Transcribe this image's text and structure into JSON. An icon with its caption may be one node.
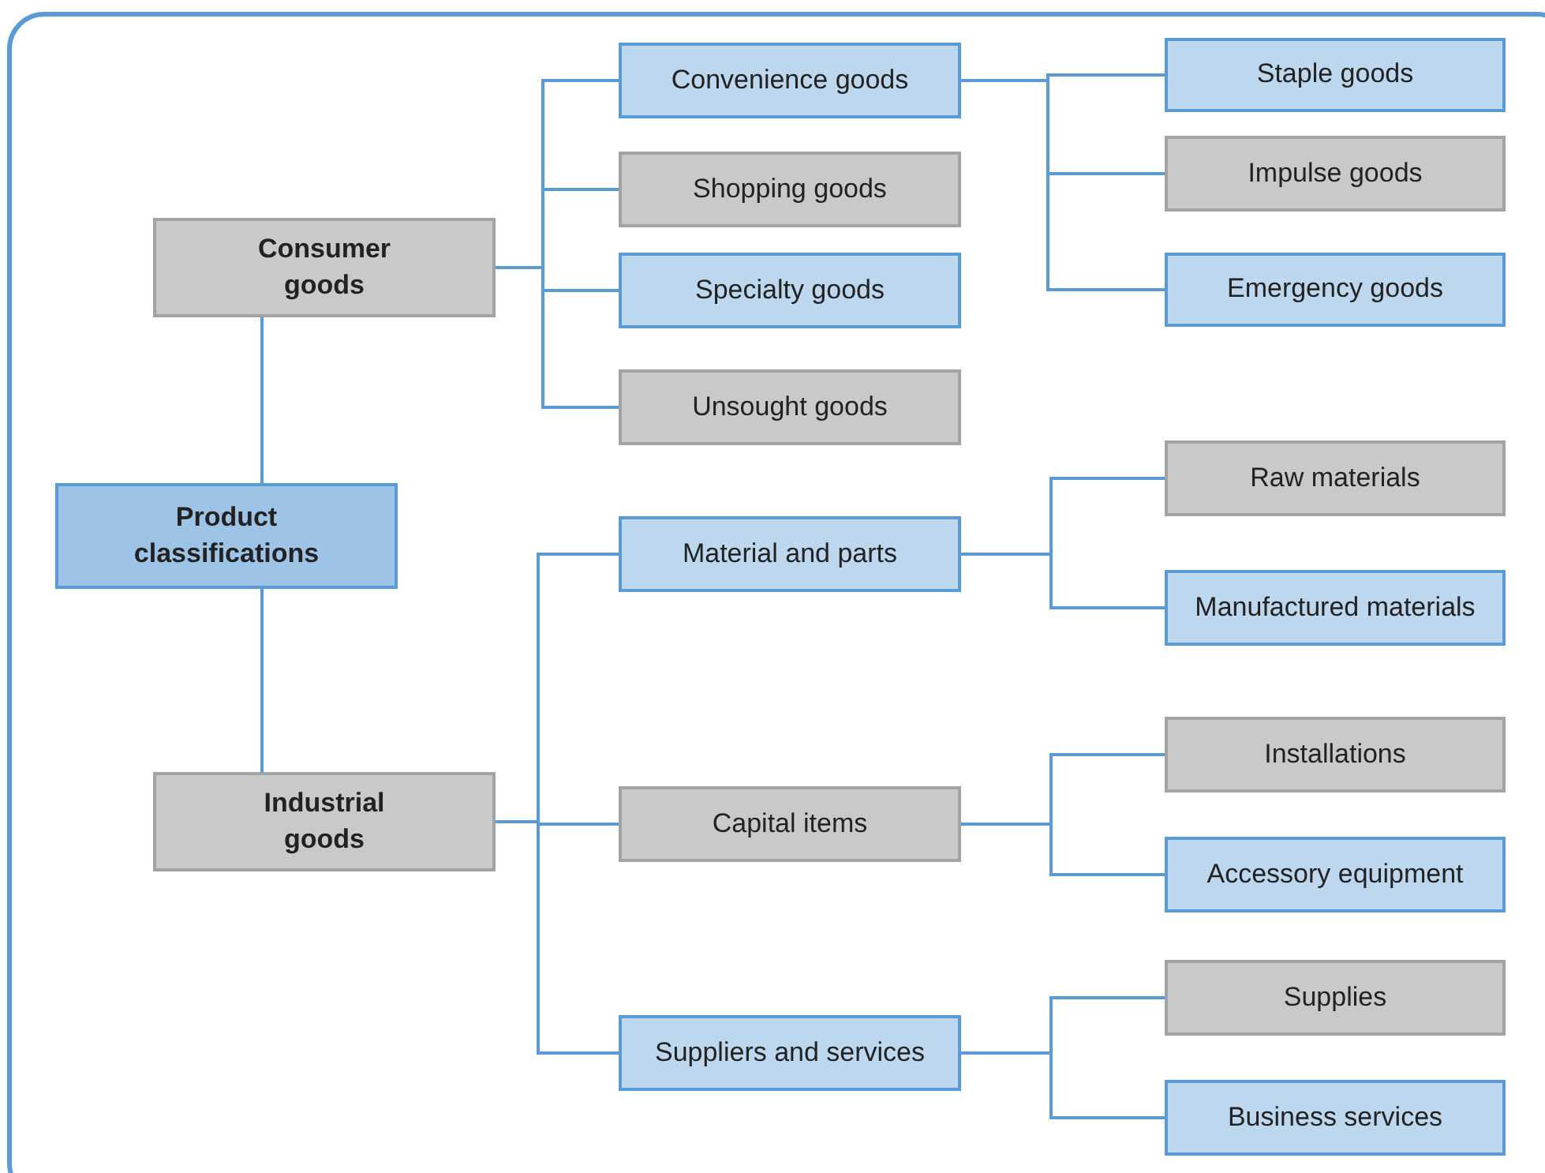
{
  "diagram": {
    "nodes": [
      {
        "text": [
          "Product classifications"
        ]
      },
      {
        "text": [
          "Consumer goods"
        ]
      },
      {
        "text": [
          "Industrial goods"
        ]
      },
      {
        "text": [
          "Convenience goods"
        ]
      },
      {
        "text": [
          "Shopping goods"
        ]
      },
      {
        "text": [
          "Specialty goods"
        ]
      },
      {
        "text": [
          "Unsought goods"
        ]
      },
      {
        "text": [
          "Staple goods"
        ]
      },
      {
        "text": [
          "Impulse goods"
        ]
      },
      {
        "text": [
          "Emergency goods"
        ]
      },
      {
        "text": [
          "Material and parts"
        ]
      },
      {
        "text": [
          "Raw materials"
        ]
      },
      {
        "text": [
          "Manufactured materials"
        ]
      },
      {
        "text": [
          "Capital items"
        ]
      },
      {
        "text": [
          "Installations"
        ]
      },
      {
        "text": [
          "Accessory equipment"
        ]
      },
      {
        "text": [
          "Suppliers and services"
        ]
      },
      {
        "text": [
          "Supplies"
        ]
      },
      {
        "text": [
          "Business services"
        ]
      }
    ],
    "edges": [
      {
        "from": 0,
        "to": 1,
        "arrow": "none"
      },
      {
        "from": 0,
        "to": 2,
        "arrow": "none"
      },
      {
        "from": 1,
        "to": 3,
        "arrow": "none"
      },
      {
        "from": 1,
        "to": 4,
        "arrow": "none"
      },
      {
        "from": 1,
        "to": 5,
        "arrow": "none"
      },
      {
        "from": 1,
        "to": 6,
        "arrow": "none"
      },
      {
        "from": 3,
        "to": 7,
        "arrow": "none"
      },
      {
        "from": 3,
        "to": 8,
        "arrow": "none"
      },
      {
        "from": 3,
        "to": 9,
        "arrow": "none"
      },
      {
        "from": 2,
        "to": 10,
        "arrow": "none"
      },
      {
        "from": 2,
        "to": 13,
        "arrow": "none"
      },
      {
        "from": 2,
        "to": 16,
        "arrow": "none"
      },
      {
        "from": 10,
        "to": 11,
        "arrow": "none"
      },
      {
        "from": 10,
        "to": 12,
        "arrow": "none"
      },
      {
        "from": 13,
        "to": 14,
        "arrow": "none"
      },
      {
        "from": 13,
        "to": 15,
        "arrow": "none"
      },
      {
        "from": 16,
        "to": 17,
        "arrow": "none"
      },
      {
        "from": 16,
        "to": 18,
        "arrow": "none"
      }
    ]
  }
}
